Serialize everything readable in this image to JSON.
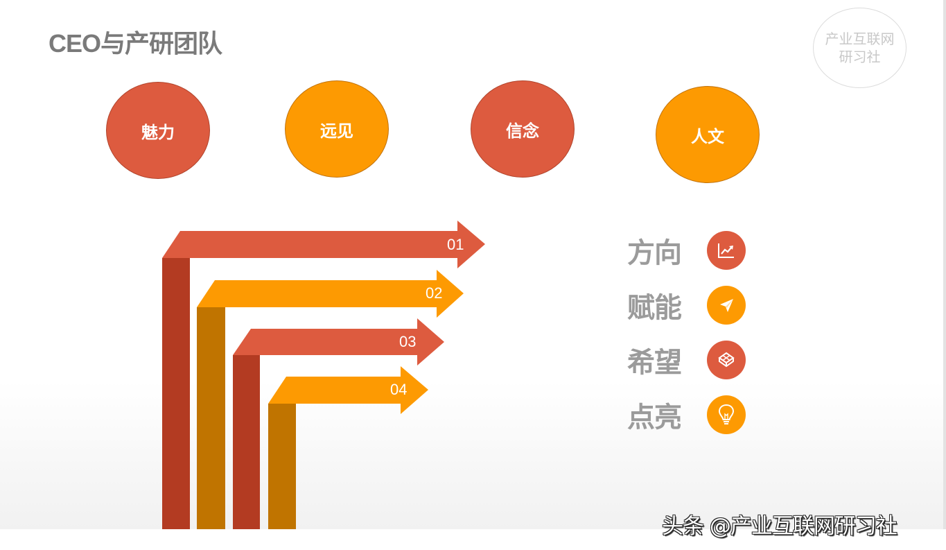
{
  "slide": {
    "title": "CEO与产研团队",
    "stamp": {
      "line1": "产业互联网",
      "line2": "研习社"
    }
  },
  "colors": {
    "red": "#dd5b3f",
    "red_dark": "#b33b22",
    "orange": "#fd9a02",
    "orange_dark": "#c07400",
    "keyword_gray": "#9b9b9b",
    "title_gray": "#7a7a7a"
  },
  "qualities": [
    {
      "label": "魅力",
      "color": "red"
    },
    {
      "label": "远见",
      "color": "orange"
    },
    {
      "label": "信念",
      "color": "red"
    },
    {
      "label": "人文",
      "color": "orange"
    }
  ],
  "steps": [
    {
      "number": "01",
      "color": "red"
    },
    {
      "number": "02",
      "color": "orange"
    },
    {
      "number": "03",
      "color": "red"
    },
    {
      "number": "04",
      "color": "orange"
    }
  ],
  "keywords": [
    {
      "label": "方向",
      "icon": "trend-chart-icon",
      "color": "red"
    },
    {
      "label": "赋能",
      "icon": "paper-plane-icon",
      "color": "orange"
    },
    {
      "label": "希望",
      "icon": "cube-box-icon",
      "color": "red"
    },
    {
      "label": "点亮",
      "icon": "lightbulb-icon",
      "color": "orange"
    }
  ],
  "watermark": "头条 @产业互联网研习社"
}
